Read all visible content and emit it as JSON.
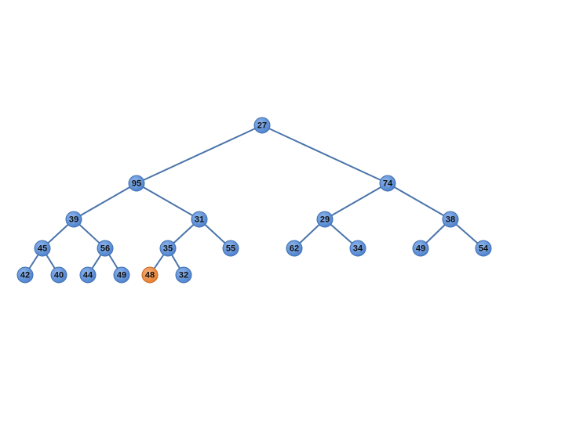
{
  "colors": {
    "node_fill": "#5b8fd8",
    "node_stroke": "#3f6fb0",
    "highlight_fill": "#ee8a3c",
    "highlight_stroke": "#c76a22",
    "edge": "#4a74aa"
  },
  "tree": {
    "nodes": [
      {
        "id": "n1",
        "label": "27",
        "parent": null,
        "highlight": false
      },
      {
        "id": "n2",
        "label": "95",
        "parent": "n1",
        "highlight": false
      },
      {
        "id": "n3",
        "label": "74",
        "parent": "n1",
        "highlight": false
      },
      {
        "id": "n4",
        "label": "39",
        "parent": "n2",
        "highlight": false
      },
      {
        "id": "n5",
        "label": "31",
        "parent": "n2",
        "highlight": false
      },
      {
        "id": "n6",
        "label": "29",
        "parent": "n3",
        "highlight": false
      },
      {
        "id": "n7",
        "label": "38",
        "parent": "n3",
        "highlight": false
      },
      {
        "id": "n8",
        "label": "45",
        "parent": "n4",
        "highlight": false
      },
      {
        "id": "n9",
        "label": "56",
        "parent": "n4",
        "highlight": false
      },
      {
        "id": "n10",
        "label": "35",
        "parent": "n5",
        "highlight": false
      },
      {
        "id": "n11",
        "label": "55",
        "parent": "n5",
        "highlight": false
      },
      {
        "id": "n12",
        "label": "62",
        "parent": "n6",
        "highlight": false
      },
      {
        "id": "n13",
        "label": "34",
        "parent": "n6",
        "highlight": false
      },
      {
        "id": "n14",
        "label": "49",
        "parent": "n7",
        "highlight": false
      },
      {
        "id": "n15",
        "label": "54",
        "parent": "n7",
        "highlight": false
      },
      {
        "id": "n16",
        "label": "42",
        "parent": "n8",
        "highlight": false
      },
      {
        "id": "n17",
        "label": "40",
        "parent": "n8",
        "highlight": false
      },
      {
        "id": "n18",
        "label": "44",
        "parent": "n9",
        "highlight": false
      },
      {
        "id": "n19",
        "label": "49",
        "parent": "n9",
        "highlight": false
      },
      {
        "id": "n20",
        "label": "48",
        "parent": "n10",
        "highlight": true
      },
      {
        "id": "n21",
        "label": "32",
        "parent": "n10",
        "highlight": false
      }
    ]
  }
}
